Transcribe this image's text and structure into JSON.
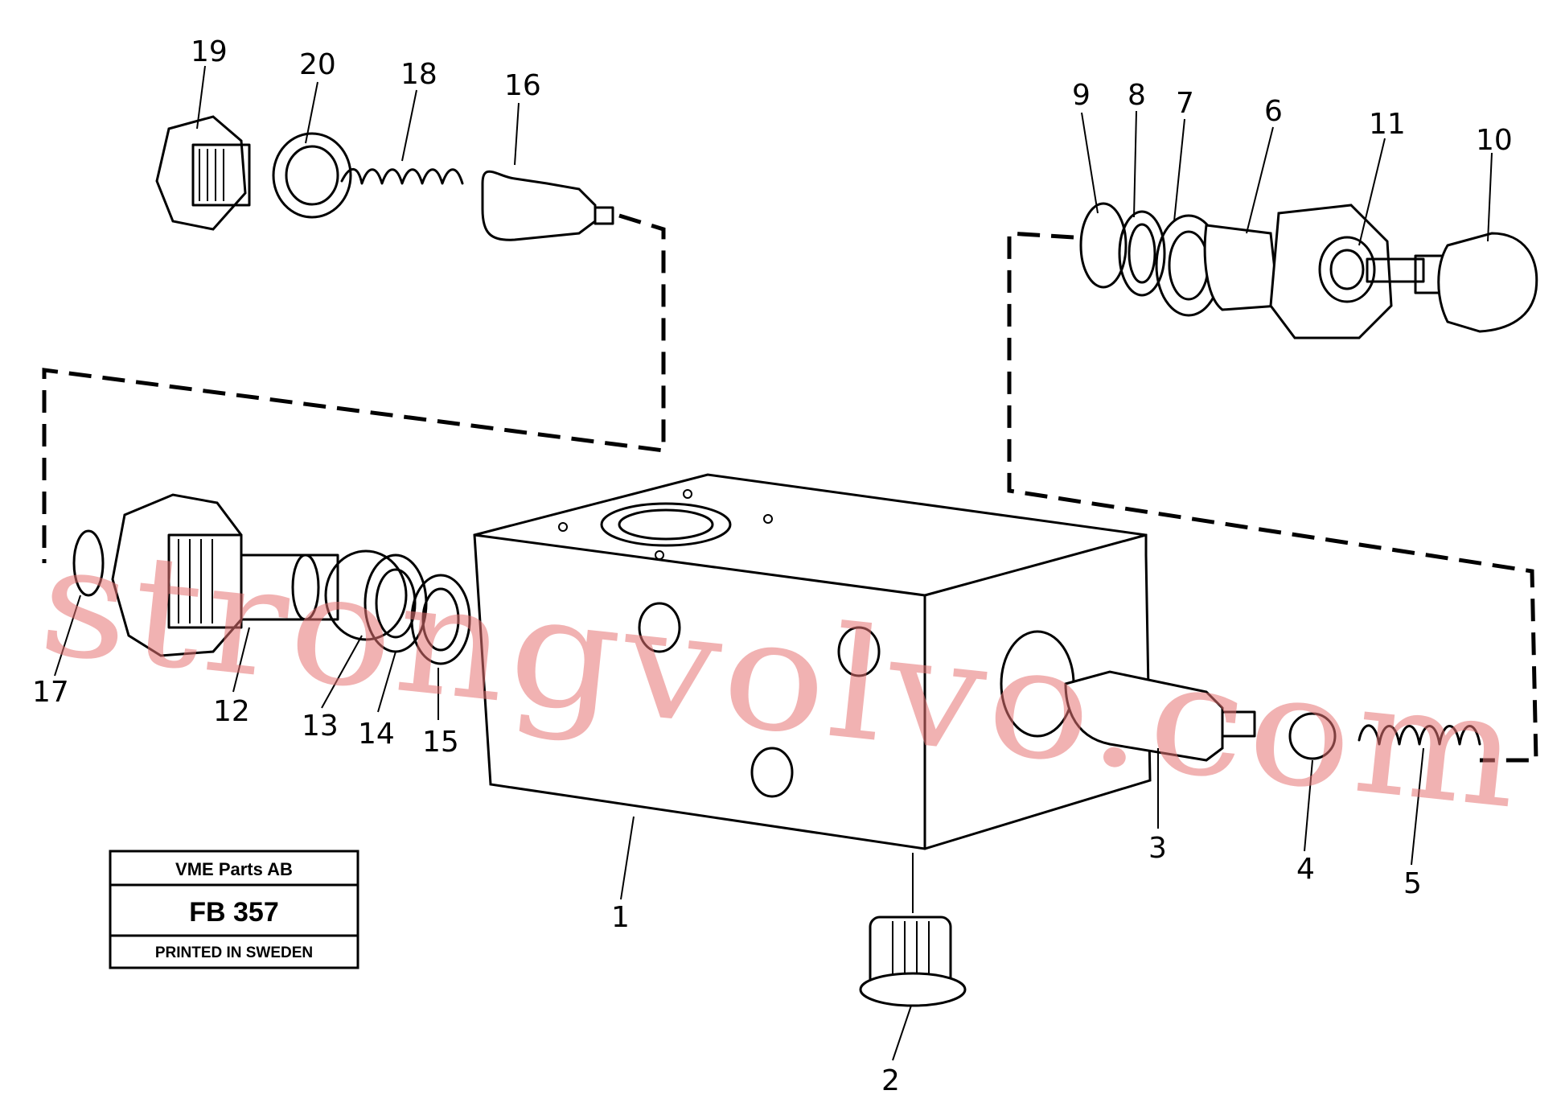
{
  "callouts": {
    "c1": "1",
    "c2": "2",
    "c3": "3",
    "c4": "4",
    "c5": "5",
    "c6": "6",
    "c7": "7",
    "c8": "8",
    "c9": "9",
    "c10": "10",
    "c11": "11",
    "c12": "12",
    "c13": "13",
    "c14": "14",
    "c15": "15",
    "c16": "16",
    "c17": "17",
    "c18": "18",
    "c19": "19",
    "c20": "20"
  },
  "title_block": {
    "company": "VME Parts AB",
    "code": "FB 357",
    "printed": "PRINTED IN SWEDEN"
  },
  "watermark": "strongvolvo.com",
  "colors": {
    "line": "#000000",
    "watermark": "#e57373",
    "background": "#ffffff"
  }
}
